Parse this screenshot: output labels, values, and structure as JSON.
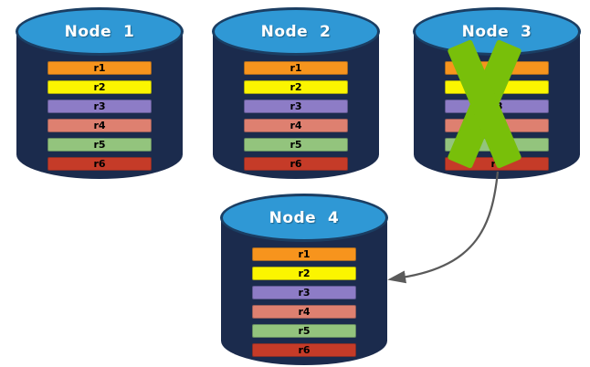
{
  "diagram": {
    "description": "Replicated database nodes with node failure and failover arrow",
    "nodes": [
      {
        "title": "Node  1",
        "status": "active"
      },
      {
        "title": "Node  2",
        "status": "active"
      },
      {
        "title": "Node  3",
        "status": "failed"
      },
      {
        "title": "Node  4",
        "status": "active"
      }
    ],
    "replicas": [
      {
        "label": "r1",
        "color": "#F7941D"
      },
      {
        "label": "r2",
        "color": "#FBF500"
      },
      {
        "label": "r3",
        "color": "#8D7CC6"
      },
      {
        "label": "r4",
        "color": "#DE8070"
      },
      {
        "label": "r5",
        "color": "#93C47D"
      },
      {
        "label": "r6",
        "color": "#C53B28"
      }
    ],
    "colors": {
      "cylinder_body": "#1B2B4D",
      "cylinder_top": "#2F98D5",
      "failure_x": "#78BF0A",
      "arrow": "#5A5A5A"
    },
    "arrow": {
      "from": "Node  3",
      "to": "Node  4",
      "color": "#5A5A5A"
    }
  }
}
